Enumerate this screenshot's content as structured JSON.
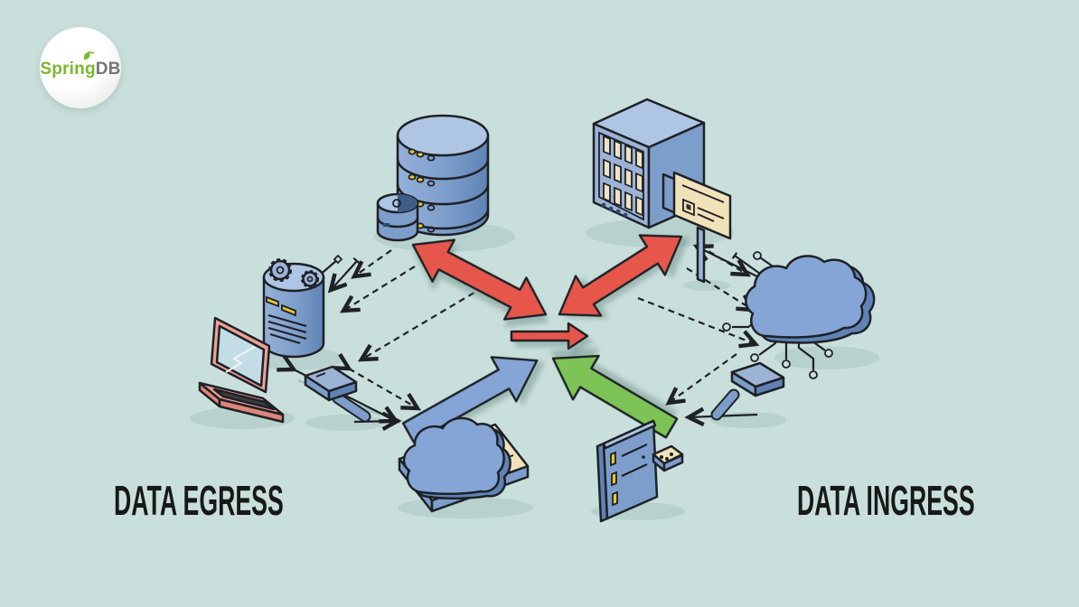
{
  "logo": {
    "brand_primary": "Spring",
    "brand_secondary": "DB"
  },
  "labels": {
    "egress": "DATA EGRESS",
    "ingress": "DATA INGRESS"
  },
  "colors": {
    "bg": "#c9dfdb",
    "outline": "#1e2126",
    "arrow_red": "#e7564c",
    "arrow_blue": "#84a5d5",
    "arrow_green": "#7dc355",
    "device_blue": "#7d9ecb",
    "device_blue_light": "#9cb3d6",
    "device_blue_lighter": "#aec5e4",
    "device_blue_dark": "#5f83b5",
    "navy": "#3d5d85",
    "cream": "#f2e2ba",
    "cream_slot": "#f0e3c2",
    "yellow": "#e9c832",
    "pink": "#efa097",
    "pink_dark": "#df8579",
    "screen_blue": "#c2dde5",
    "keyboard": "#3b3d40",
    "shadow": "#abc8c4",
    "label_text": "#17181a",
    "logo_green": "#7ab82e",
    "logo_gray": "#747578",
    "logo_bg": "#ffffff"
  },
  "diagram": {
    "egress_side": {
      "elements": [
        "database-stack",
        "mini-database",
        "gear-database",
        "laptop",
        "usb-drive",
        "cloud-dock"
      ]
    },
    "ingress_side": {
      "elements": [
        "server-tower",
        "access-card",
        "circuit-cloud",
        "usb-drive",
        "rack-panel"
      ]
    },
    "arrows": [
      {
        "name": "red-double-arrow-egress",
        "color": "red",
        "type": "double-headed"
      },
      {
        "name": "red-double-arrow-ingress",
        "color": "red",
        "type": "double-headed"
      },
      {
        "name": "red-center-arrow",
        "color": "red",
        "type": "single"
      },
      {
        "name": "blue-upload-arrow",
        "color": "blue",
        "type": "single"
      },
      {
        "name": "green-upload-arrow",
        "color": "green",
        "type": "single"
      }
    ]
  }
}
